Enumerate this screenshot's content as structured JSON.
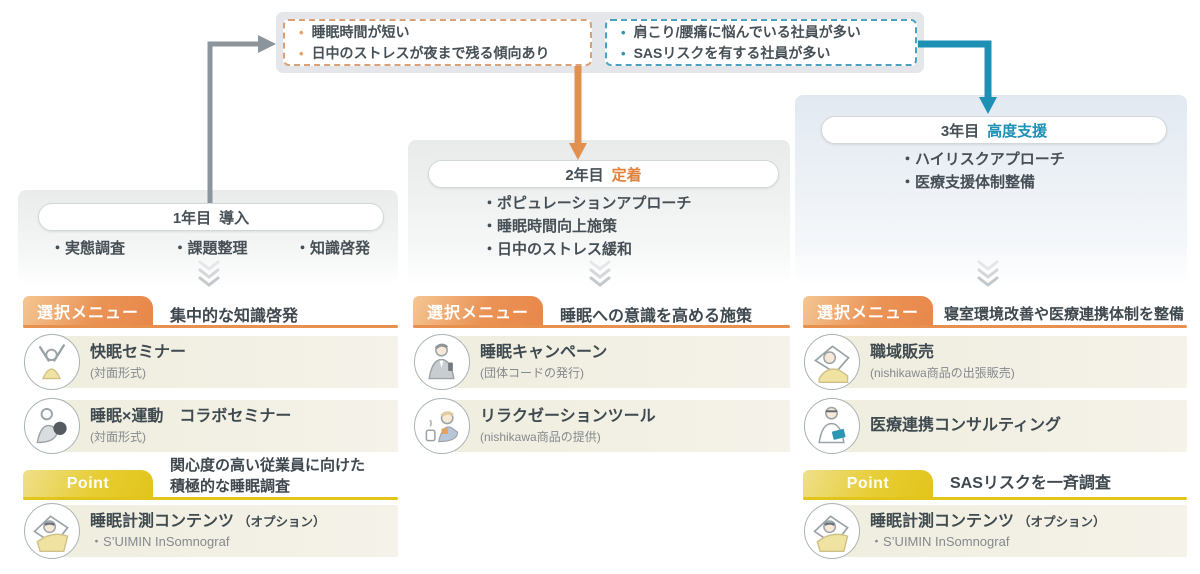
{
  "callout_panel": {
    "box1": {
      "lines": [
        "睡眠時間が短い",
        "日中のストレスが夜まで残る傾向あり"
      ],
      "accent_color": "#E5A36B"
    },
    "box2": {
      "lines": [
        "肩こり/腰痛に悩んでいる社員が多い",
        "SASリスクを有する社員が多い"
      ],
      "accent_color": "#2E96B5"
    }
  },
  "colors": {
    "orange_accent": "#E8884B",
    "teal_accent": "#1D90B4",
    "yellow_accent": "#E2C41A",
    "gray_arrow": "#8C959B"
  },
  "columns": [
    {
      "year": "1年目",
      "phase": "導入",
      "bullets": [
        "・実態調査",
        "・課題整理",
        "・知識啓発"
      ],
      "menu_label": "選択メニュー",
      "menu_heading": "集中的な知識啓発",
      "items": [
        {
          "icon": "seminar-icon",
          "title": "快眠セミナー",
          "subtitle": "(対面形式)"
        },
        {
          "icon": "exercise-icon",
          "title": "睡眠×運動　コラボセミナー",
          "subtitle": "(対面形式)"
        }
      ],
      "point": {
        "label": "Point",
        "line1": "関心度の高い従業員に向けた",
        "line2": "積極的な睡眠調査"
      },
      "option": {
        "icon": "sleep-measure-icon",
        "title": "睡眠計測コンテンツ",
        "tag": "（オプション）",
        "subtitle": "・S’UIMIN InSomnograf"
      }
    },
    {
      "year": "2年目",
      "phase": "定着",
      "bullets": [
        "・ポピュレーションアプローチ",
        "・睡眠時間向上施策",
        "・日中のストレス緩和"
      ],
      "menu_label": "選択メニュー",
      "menu_heading": "睡眠への意識を高める施策",
      "items": [
        {
          "icon": "campaign-icon",
          "title": "睡眠キャンペーン",
          "subtitle": "(団体コードの発行)"
        },
        {
          "icon": "relaxation-icon",
          "title": "リラクゼーションツール",
          "subtitle": "(nishikawa商品の提供)"
        }
      ]
    },
    {
      "year": "3年目",
      "phase": "高度支援",
      "bullets": [
        "・ハイリスクアプローチ",
        "・医療支援体制整備"
      ],
      "menu_label": "選択メニュー",
      "menu_heading": "寝室環境改善や医療連携体制を整備",
      "items": [
        {
          "icon": "workplace-sales-icon",
          "title": "職域販売",
          "subtitle": "(nishikawa商品の出張販売)"
        },
        {
          "icon": "medical-consulting-icon",
          "title": "医療連携コンサルティング"
        }
      ],
      "point": {
        "label": "Point",
        "line1": "SASリスクを一斉調査"
      },
      "option": {
        "icon": "sleep-measure-icon",
        "title": "睡眠計測コンテンツ",
        "tag": "（オプション）",
        "subtitle": "・S’UIMIN InSomnograf"
      }
    }
  ]
}
